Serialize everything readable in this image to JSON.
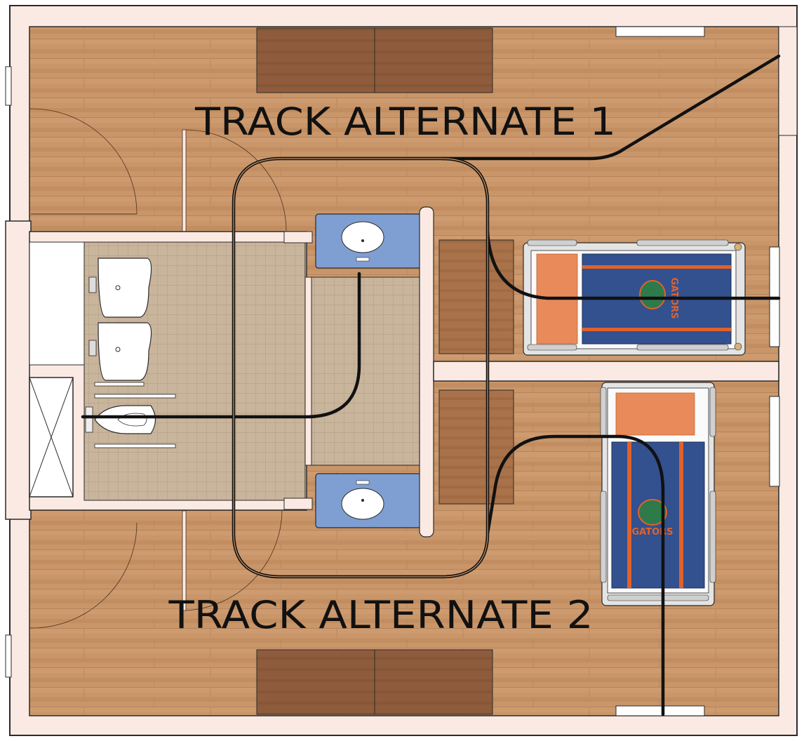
{
  "labels": {
    "track_1": "TRACK ALTERNATE 1",
    "track_2": "TRACK ALTERNATE 2",
    "bed_logo_top": "GATORS",
    "bed_logo_bottom": "GATORS"
  },
  "colors": {
    "wall": "#fbeae3",
    "wall_line": "#2a2a2a",
    "floor_wood": "#c79468",
    "floor_wood_dark": "#b98558",
    "tile": "#c9b59e",
    "tile_line": "#a8937c",
    "wardrobe": "#8d5b3c",
    "desk": "#a8714a",
    "sink_counter": "#7f9fd3",
    "bed_blanket": "#33508f",
    "bed_stripe": "#e0622a",
    "pillow": "#e98a5a",
    "track": "#111111"
  }
}
